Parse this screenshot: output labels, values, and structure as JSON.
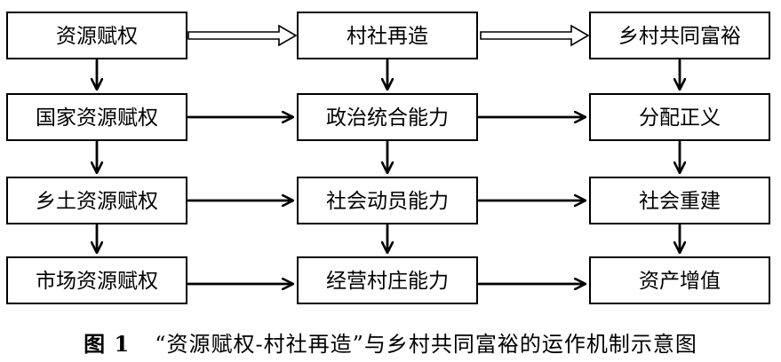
{
  "boxes": {
    "col1": [
      "资源赋权",
      "国家资源赋权",
      "乡土资源赋权",
      "市场资源赋权"
    ],
    "col2": [
      "村社再造",
      "政治统合能力",
      "社会动员能力",
      "经营村庄能力"
    ],
    "col3": [
      "乡村共同富裕",
      "分配正义",
      "社会重建",
      "资产增值"
    ]
  },
  "caption": {
    "figure_number": "图 1",
    "text": "“资源赋权-村社再造”与乡村共同富裕的运作机制示意图"
  },
  "colors": {
    "stroke": "#000000",
    "background": "#ffffff"
  }
}
